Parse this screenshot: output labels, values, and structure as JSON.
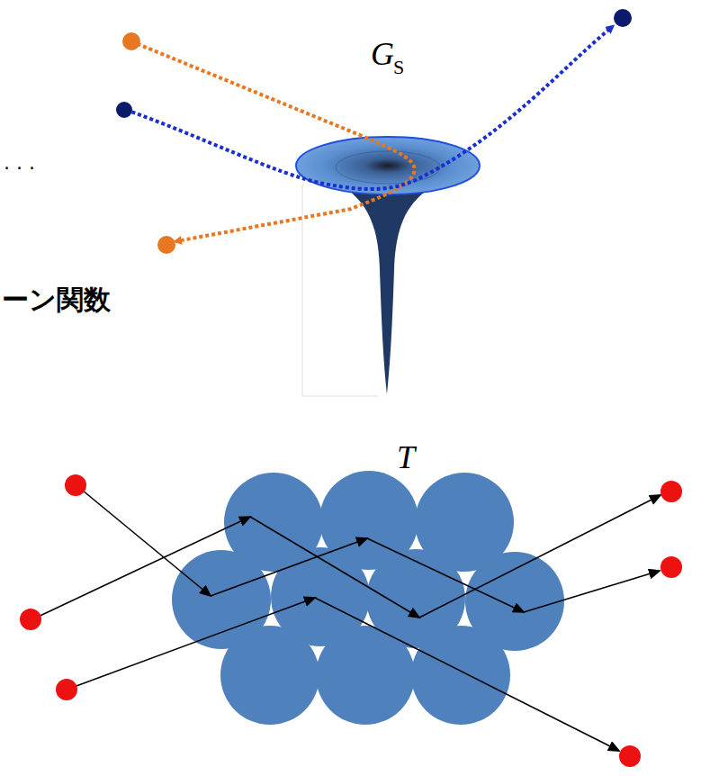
{
  "diagram": {
    "labels": [
      "G",
      "S",
      "ーン関数",
      "T",
      "· · ·"
    ]
  }
}
